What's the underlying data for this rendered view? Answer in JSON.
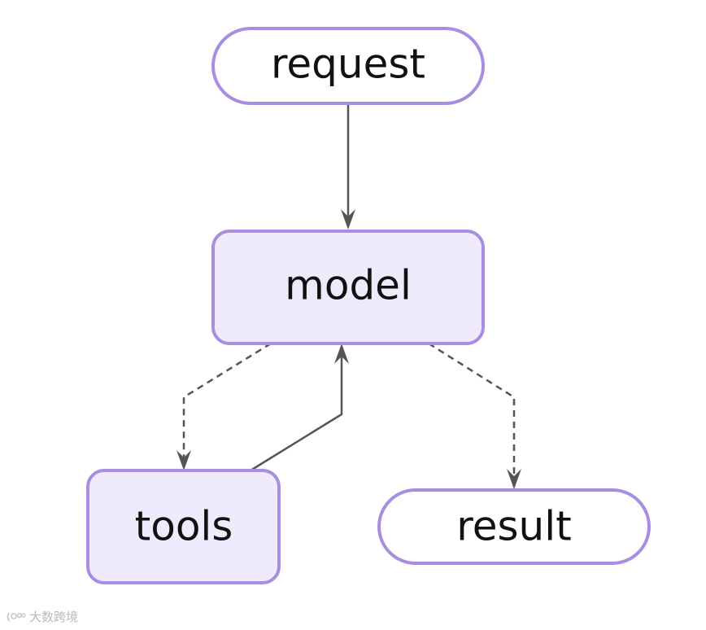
{
  "nodes": {
    "request": "request",
    "model": "model",
    "tools": "tools",
    "result": "result"
  },
  "edges": [
    {
      "from": "request",
      "to": "model",
      "style": "solid"
    },
    {
      "from": "model",
      "to": "tools",
      "style": "dashed"
    },
    {
      "from": "tools",
      "to": "model",
      "style": "solid"
    },
    {
      "from": "model",
      "to": "result",
      "style": "dashed"
    }
  ],
  "colors": {
    "node_border": "#a88ee0",
    "process_fill": "#efebfc",
    "terminal_fill": "#ffffff",
    "edge": "#555555"
  },
  "watermark": {
    "logo": "brand-logo",
    "text": "大数跨境"
  }
}
